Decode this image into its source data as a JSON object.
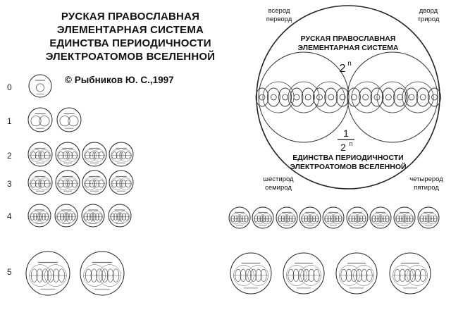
{
  "title_lines": [
    "РУСКАЯ ПРАВОСЛАВНАЯ",
    "ЭЛЕМЕНТАРНАЯ СИСТЕМА",
    "ЕДИНСТВА ПЕРИОДИЧНОСТИ",
    "ЭЛЕКТРОАТОМОВ ВСЕЛЕННОЙ"
  ],
  "author": "© Рыбников Ю. С.,1997",
  "row_numbers": [
    "0",
    "1",
    "2",
    "3",
    "4",
    "5"
  ],
  "big_circle": {
    "top_text_lines": [
      "РУСКАЯ ПРАВОСЛАВНАЯ",
      "ЭЛЕМЕНТАРНАЯ СИСТЕМА"
    ],
    "power_top": {
      "base": "2",
      "exp": "n"
    },
    "fraction": {
      "numerator": "1",
      "base": "2",
      "exp": "n"
    },
    "bottom_text_lines": [
      "ЕДИНСТВА ПЕРИОДИЧНОСТИ",
      "ЭЛЕКТРОАТОМОВ ВСЕЛЕННОЙ"
    ],
    "corner_labels": {
      "top_left": [
        "всерод",
        "перворд"
      ],
      "top_right": [
        "дворд",
        "трирод"
      ],
      "bottom_left": [
        "шестирод",
        "семирод"
      ],
      "bottom_right": [
        "четырерод",
        "пятирод"
      ]
    }
  }
}
